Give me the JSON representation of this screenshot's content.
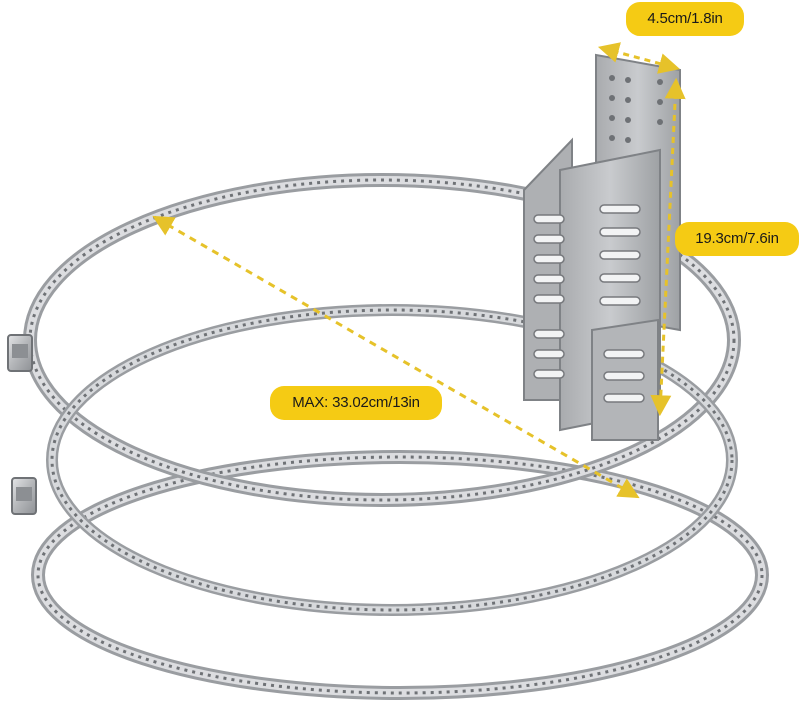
{
  "dimensions": {
    "bracket_width": "4.5cm/1.8in",
    "bracket_height": "19.3cm/7.6in",
    "clamp_max_diameter": "MAX: 33.02cm/13in"
  },
  "colors": {
    "label_background": "#f5cb14",
    "dimension_line": "#e6c22a",
    "steel": "#b9bbbe",
    "steel_dark": "#7f8286"
  }
}
